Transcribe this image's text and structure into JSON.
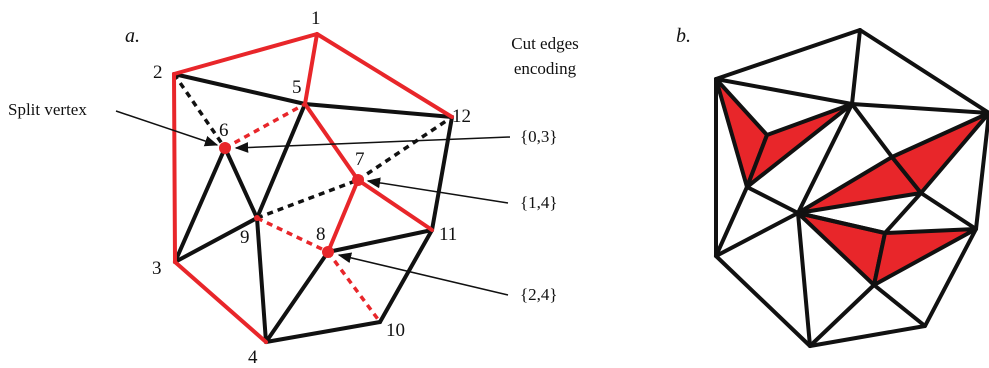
{
  "panel_a_label": "a.",
  "panel_b_label": "b.",
  "header": {
    "line1": "Cut edges",
    "line2": "encoding"
  },
  "split_vertex_label": "Split vertex",
  "vertex_labels": [
    "1",
    "2",
    "3",
    "4",
    "5",
    "6",
    "7",
    "8",
    "9",
    "10",
    "11",
    "12"
  ],
  "encodings": [
    "{0,3}",
    "{1,4}",
    "{2,4}"
  ],
  "colors": {
    "black": "#111111",
    "red": "#e8262a",
    "fill_red": "#e8262a"
  }
}
